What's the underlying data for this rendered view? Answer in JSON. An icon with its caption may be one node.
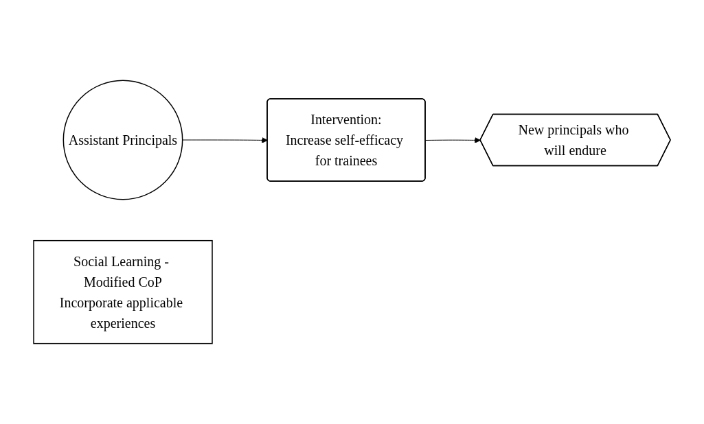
{
  "diagram": {
    "nodes": [
      {
        "text": [
          "Assistant Principals"
        ]
      },
      {
        "text": [
          "Intervention:",
          "Increase self-efficacy for trainees"
        ]
      },
      {
        "text": [
          "Social Learning - Modified CoP",
          "Incorporate applicable experiences"
        ]
      },
      {
        "text": [
          "New principals who will endure"
        ]
      }
    ],
    "edges": [
      {
        "from": 0,
        "to": 1,
        "arrow": "to"
      },
      {
        "from": 1,
        "to": 3,
        "arrow": "to"
      }
    ]
  }
}
